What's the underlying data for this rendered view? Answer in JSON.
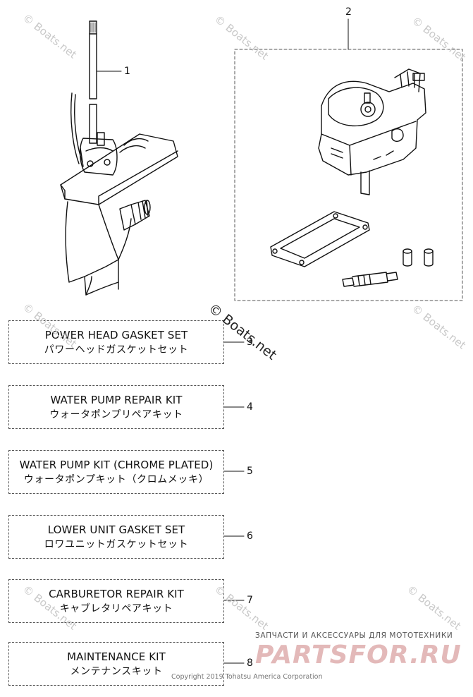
{
  "callouts": {
    "c1": "1",
    "c2": "2",
    "c3": "3",
    "c4": "4",
    "c5": "5",
    "c6": "6",
    "c7": "7",
    "c8": "8"
  },
  "kits": [
    {
      "en": "POWER HEAD GASKET SET",
      "jp": "パワーヘッドガスケットセット"
    },
    {
      "en": "WATER PUMP REPAIR KIT",
      "jp": "ウォータポンプリペアキット"
    },
    {
      "en": "WATER PUMP KIT (CHROME PLATED)",
      "jp": "ウォータポンプキット（クロムメッキ）"
    },
    {
      "en": "LOWER UNIT GASKET SET",
      "jp": "ロワユニットガスケットセット"
    },
    {
      "en": "CARBURETOR REPAIR KIT",
      "jp": "キャブレタリペアキット"
    },
    {
      "en": "MAINTENANCE KIT",
      "jp": "メンテナンスキット"
    }
  ],
  "watermark": {
    "text": "© Boats.net",
    "color": "#c9c9c9",
    "center_text": "© Boats.net"
  },
  "footer": {
    "promo_text": "ЗАПЧАСТИ И АКСЕССУАРЫ ДЛЯ МОТОТЕХНИКИ",
    "logo_text": "PARTSFOR.RU",
    "logo_color": "#e3b9b9",
    "copyright": "Copyright 2019 Tohatsu America Corporation"
  }
}
